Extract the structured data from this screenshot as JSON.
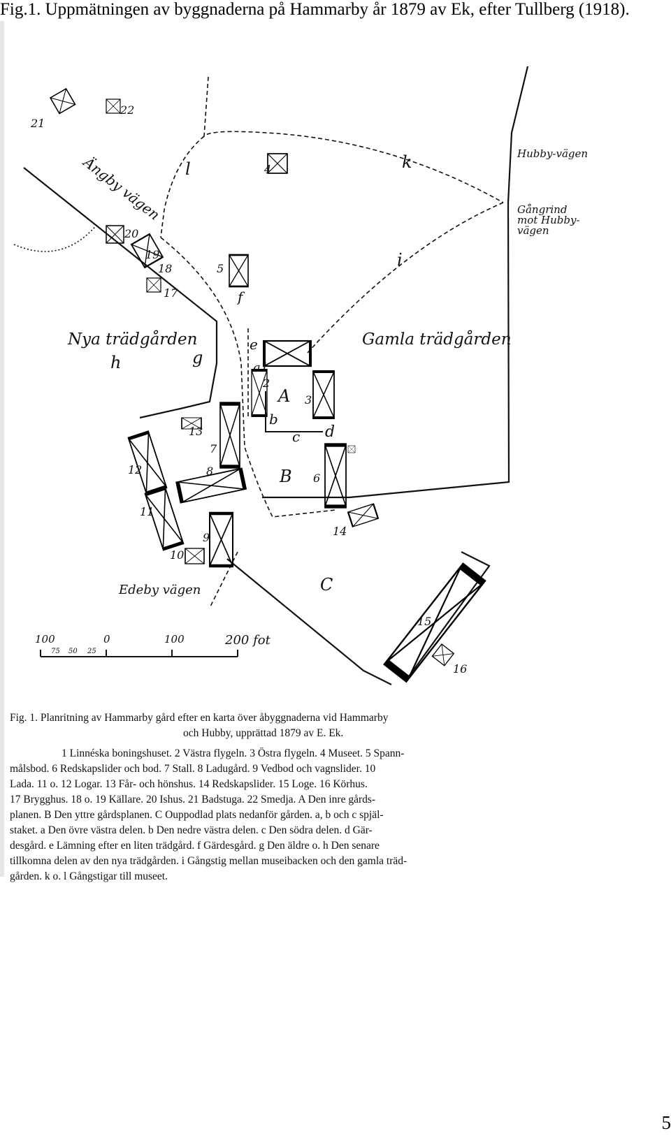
{
  "caption": "Fig.1. Uppmätningen av byggnaderna på Hammarby år 1879 av Ek, efter Tullberg (1918).",
  "page_number": "5",
  "map": {
    "road_labels": {
      "angby": "Ängby vägen",
      "hubby": "Hubby-vägen",
      "gangrind": [
        "Gångrind",
        "mot Hubby-",
        "vägen"
      ],
      "edeby": "Edeby vägen"
    },
    "garden_labels": {
      "nya": "Nya trädgården",
      "gamla": "Gamla trädgården"
    },
    "area_letters": {
      "A": "A",
      "B": "B",
      "C": "C",
      "a1": "a1",
      "b": "b",
      "c": "c",
      "d": "d",
      "e": "e",
      "f": "f",
      "g": "g",
      "h": "h",
      "i": "i",
      "k": "k",
      "l": "l"
    },
    "building_numbers": {
      "n2": "2",
      "n3": "3",
      "n4": "4",
      "n5": "5",
      "n6": "6",
      "n7": "7",
      "n8": "8",
      "n9": "9",
      "n10": "10",
      "n11": "11",
      "n12": "12",
      "n13": "13",
      "n14": "14",
      "n15": "15",
      "n16": "16",
      "n17": "17",
      "n18": "18",
      "n19": "19",
      "n20": "20",
      "n21": "21",
      "n22": "22"
    },
    "scale": {
      "labels": [
        "100",
        "75",
        "50",
        "25",
        "0",
        "100",
        "200 fot"
      ]
    }
  },
  "legend": {
    "lines": [
      "Fig. 1. Planritning av Hammarby gård efter en karta över åbyggnaderna vid Hammarby",
      "och Hubby, upprättad 1879 av E. Ek.",
      "1 Linnéska boningshuset. 2 Västra flygeln. 3 Östra flygeln. 4 Museet. 5 Spann-",
      "målsbod. 6 Redskapslider och bod. 7 Stall. 8 Ladugård. 9 Vedbod och vagnslider. 10",
      "Lada. 11 o. 12 Logar. 13 Får- och hönshus. 14 Redskapslider. 15 Loge. 16 Körhus.",
      "17 Brygghus. 18 o. 19 Källare. 20 Ishus. 21 Badstuga. 22 Smedja. A Den inre gårds-",
      "planen. B Den yttre gårdsplanen. C Ouppodlad plats nedanför gården. a, b och c spjäl-",
      "staket. a Den övre västra delen. b Den nedre västra delen. c Den södra delen. d Gär-",
      "desgård. e Lämning efter en liten trädgård. f Gärdesgård. g Den äldre o. h Den senare",
      "tillkomna delen av den nya trädgården. i Gångstig mellan museibacken och den gamla träd-",
      "gården. k o. l Gångstigar till museet."
    ]
  }
}
